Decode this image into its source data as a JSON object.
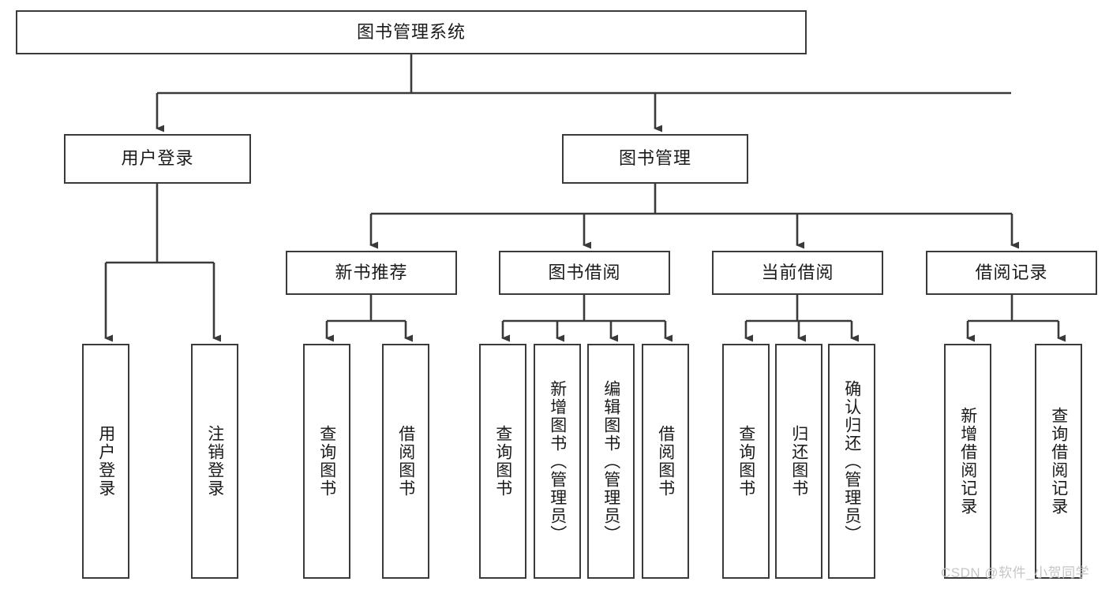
{
  "diagram": {
    "title_node": {
      "label": "图书管理系统"
    },
    "level1": [
      {
        "id": "user-login",
        "label": "用户登录"
      },
      {
        "id": "book-management",
        "label": "图书管理"
      }
    ],
    "level2": [
      {
        "id": "new-book-recommend",
        "label": "新书推荐"
      },
      {
        "id": "book-borrow",
        "label": "图书借阅"
      },
      {
        "id": "current-borrow",
        "label": "当前借阅"
      },
      {
        "id": "borrow-record",
        "label": "借阅记录"
      }
    ],
    "leaves": {
      "user_login": [
        {
          "id": "leaf-user-login",
          "label": "用户登录"
        },
        {
          "id": "leaf-logout-login",
          "label": "注销登录"
        }
      ],
      "new_book_recommend": [
        {
          "id": "leaf-query-book-1",
          "label": "查询图书"
        },
        {
          "id": "leaf-borrow-book-1",
          "label": "借阅图书"
        }
      ],
      "book_borrow": [
        {
          "id": "leaf-query-book-2",
          "label": "查询图书"
        },
        {
          "id": "leaf-add-book",
          "label": "新增图书（管理员）"
        },
        {
          "id": "leaf-edit-book",
          "label": "编辑图书（管理员）"
        },
        {
          "id": "leaf-borrow-book-2",
          "label": "借阅图书"
        }
      ],
      "current_borrow": [
        {
          "id": "leaf-query-book-3",
          "label": "查询图书"
        },
        {
          "id": "leaf-return-book",
          "label": "归还图书"
        },
        {
          "id": "leaf-confirm-return",
          "label": "确认归还（管理员）"
        }
      ],
      "borrow_record": [
        {
          "id": "leaf-add-record",
          "label": "新增借阅记录"
        },
        {
          "id": "leaf-query-record",
          "label": "查询借阅记录"
        }
      ]
    }
  },
  "watermark": {
    "text": "CSDN @软件_小贺同学",
    "color": "#c6c6c6"
  },
  "theme": {
    "border_color": "#3a3a3a",
    "background": "#ffffff",
    "text_color": "#1a1a1a"
  }
}
